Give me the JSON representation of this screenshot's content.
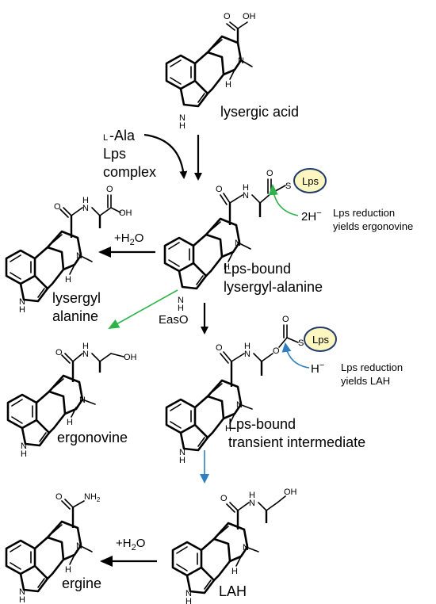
{
  "colors": {
    "green_arrow": "#2db34a",
    "blue_arrow": "#2f7fc0",
    "lps_fill": "#fdf6c0",
    "lps_stroke": "#1f3a6b"
  },
  "labels": {
    "lysergic_acid": "lysergic acid",
    "l_prefix": "L",
    "ala": "-Ala",
    "lps": "Lps",
    "complex": "complex",
    "lps_bound_1": "Lps-bound",
    "lysergyl_alanine": "lysergyl-alanine",
    "lysergyl": "lysergyl",
    "alanine": "alanine",
    "h2o_1": "+H",
    "h2o_1_sub": "2",
    "h2o_1_o": "O",
    "easo": "EasO",
    "two_h": "2H",
    "minus_1": "−",
    "lps_red_1a": "Lps reduction",
    "lps_red_1b": "yields ergonovine",
    "h_minus": "H",
    "minus_2": "−",
    "lps_red_2a": "Lps reduction",
    "lps_red_2b": "yields LAH",
    "ergonovine": "ergonovine",
    "lps_bound_2": "Lps-bound",
    "transient": "transient intermediate",
    "lah": "LAH",
    "ergine": "ergine",
    "h2o_2": "+H",
    "h2o_2_sub": "2",
    "h2o_2_o": "O",
    "oval_lps_1": "Lps",
    "oval_lps_2": "Lps"
  },
  "atoms": {
    "oh": "OH",
    "o": "O",
    "n": "N",
    "nh": "N",
    "h": "H",
    "s": "S",
    "nh2": "NH",
    "nh2_sub": "2"
  }
}
